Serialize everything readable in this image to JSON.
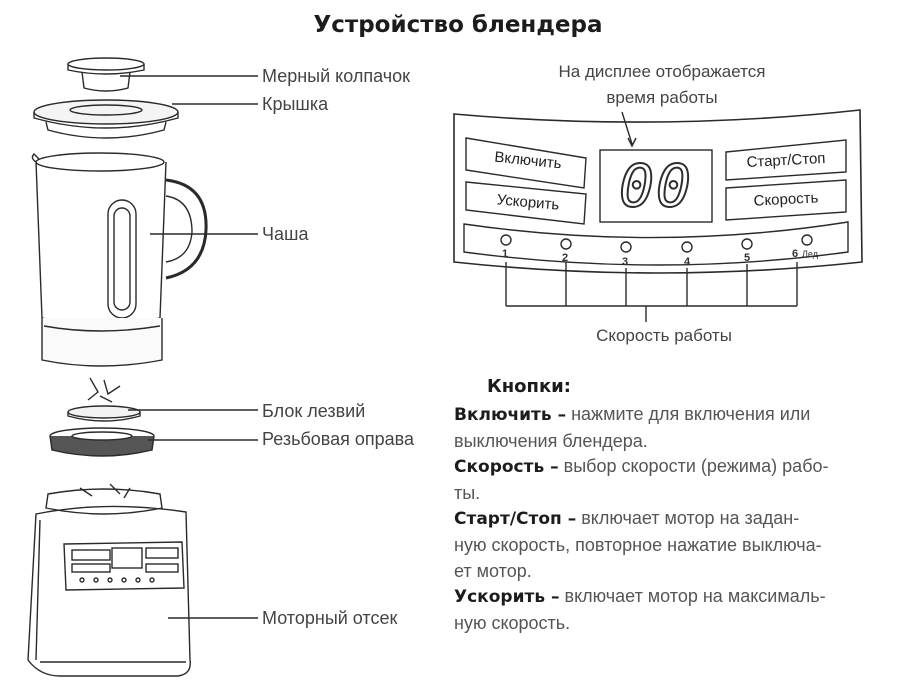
{
  "title": "Устройство блендера",
  "parts": {
    "measuring_cap": "Мерный колпачок",
    "lid": "Крышка",
    "bowl": "Чаша",
    "blade_block": "Блок лезвий",
    "threaded_ring": "Резьбовая оправа",
    "motor_housing": "Моторный отсек"
  },
  "panel": {
    "display_caption_line1": "На дисплее отображается",
    "display_caption_line2": "время работы",
    "display_value": "00",
    "buttons": {
      "power": "Включить",
      "boost": "Ускорить",
      "start_stop": "Старт/Стоп",
      "speed": "Скорость"
    },
    "speed_levels": [
      "1",
      "2",
      "3",
      "4",
      "5",
      "6"
    ],
    "ice_label": "Лед",
    "speed_caption": "Скорость работы"
  },
  "buttons_section": {
    "heading": "Кнопки:",
    "items": [
      {
        "term": "Включить –",
        "lines": [
          " нажмите для включения или",
          "выключения блендера."
        ]
      },
      {
        "term": "Скорость –",
        "lines": [
          " выбор скорости (режима) рабо-",
          "ты."
        ]
      },
      {
        "term": "Старт/Стоп –",
        "lines": [
          " включает мотор на задан-",
          "ную скорость, повторное нажатие выключа-",
          "ет мотор."
        ]
      },
      {
        "term": "Ускорить –",
        "lines": [
          " включает мотор на максималь-",
          "ную скорость."
        ]
      }
    ]
  }
}
